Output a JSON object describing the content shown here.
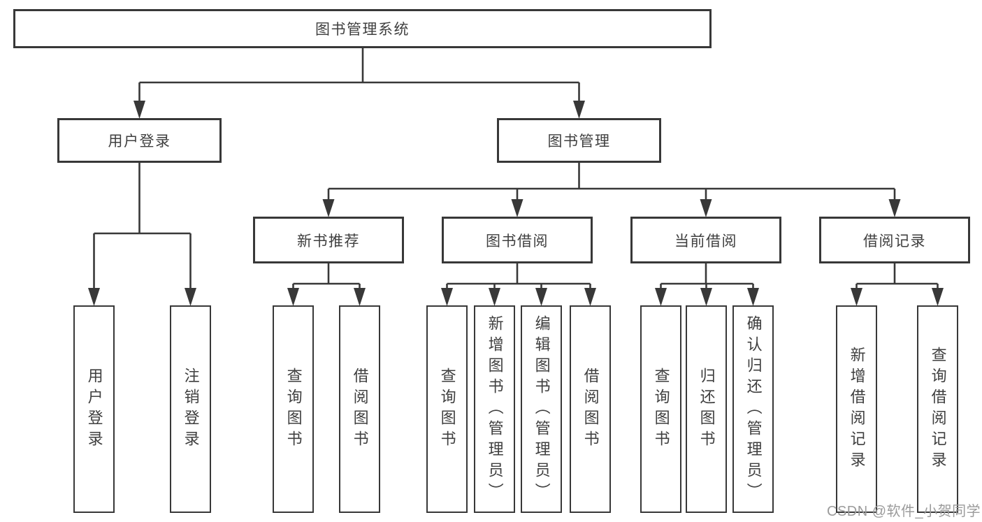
{
  "diagram": {
    "root": "图书管理系统",
    "branches": [
      {
        "label": "用户登录",
        "children": [
          "用户登录",
          "注销登录"
        ]
      },
      {
        "label": "图书管理",
        "groups": [
          {
            "label": "新书推荐",
            "children": [
              "查询图书",
              "借阅图书"
            ]
          },
          {
            "label": "图书借阅",
            "children": [
              "查询图书",
              "新增图书（管理员）",
              "编辑图书（管理员）",
              "借阅图书"
            ]
          },
          {
            "label": "当前借阅",
            "children": [
              "查询图书",
              "归还图书",
              "确认归还（管理员）"
            ]
          },
          {
            "label": "借阅记录",
            "children": [
              "新增借阅记录",
              "查询借阅记录"
            ]
          }
        ]
      }
    ]
  },
  "watermark": "CSDN @软件_小贺同学",
  "colors": {
    "line": "#383838",
    "text": "#3f3f3f",
    "watermark": "#9b9b9b",
    "background": "#ffffff"
  }
}
